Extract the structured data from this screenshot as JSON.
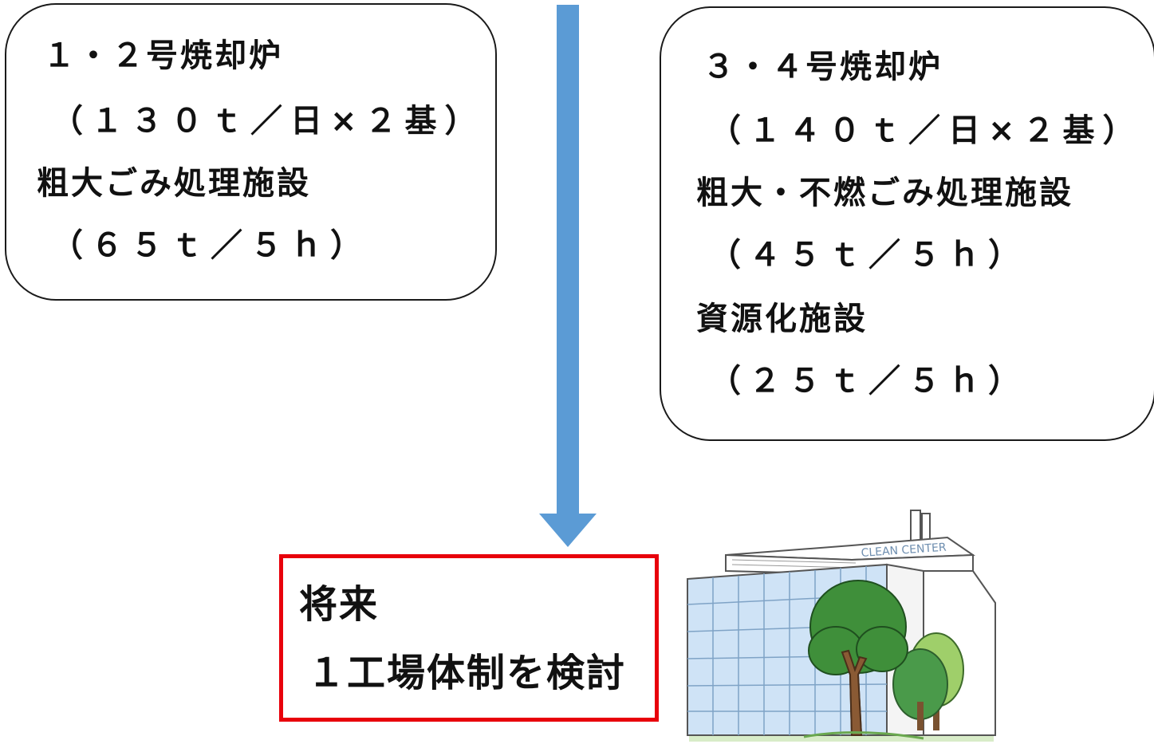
{
  "left_box": {
    "line1": "１・２号焼却炉",
    "line2": "（１３０ｔ／日×２基）",
    "line3": "粗大ごみ処理施設",
    "line4": "（６５ｔ／５ｈ）"
  },
  "right_box": {
    "line1": "３・４号焼却炉",
    "line2": "（１４０ｔ／日×２基）",
    "line3": "粗大・不燃ごみ処理施設",
    "line4": "（４５ｔ／５ｈ）",
    "line5": "資源化施設",
    "line6": "（２５ｔ／５ｈ）"
  },
  "future_box": {
    "line1": "将来",
    "line2": "１工場体制を検討"
  },
  "building": {
    "sign_text": "CLEAN CENTER"
  },
  "colors": {
    "arrow": "#5b9bd5",
    "future_border": "#e8000b",
    "box_border": "#1a1a1a"
  }
}
